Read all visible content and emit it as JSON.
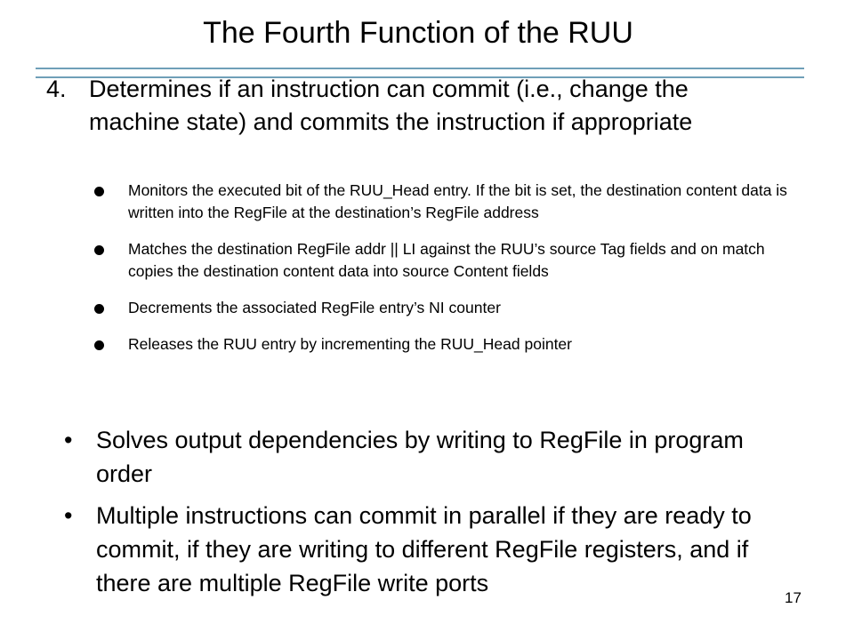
{
  "slide": {
    "title": "The Fourth Function of the RUU",
    "main_item": {
      "number": "4.",
      "text": "Determines if an instruction can commit  (i.e., change the machine state) and commits the instruction if appropriate"
    },
    "sub_items": [
      "Monitors the executed bit of the RUU_Head entry.  If the bit is set, the destination content data is written into the RegFile at the destination’s RegFile address",
      "Matches the destination RegFile addr || LI against the RUU’s source Tag fields and on match copies the destination content data into source Content fields",
      "Decrements the associated RegFile entry’s NI counter",
      "Releases the RUU entry by incrementing the RUU_Head pointer"
    ],
    "bullets": [
      "Solves output dependencies by writing to RegFile in program order",
      "Multiple instructions can commit in parallel if they are ready to commit, if they are writing to different RegFile registers, and if there are multiple RegFile write ports"
    ],
    "bullet_glyph": "•",
    "page_number": "17",
    "rule_color": "#6f9fb8"
  }
}
